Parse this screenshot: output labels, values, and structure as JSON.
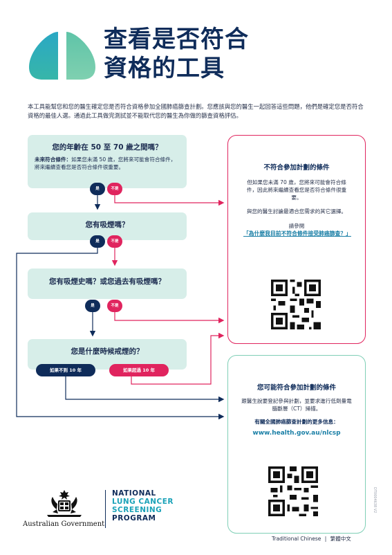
{
  "header": {
    "title_line1": "查看是否符合",
    "title_line2": "資格的工具"
  },
  "intro": "本工具能幫您和您的醫生確定您是否符合資格參加全國肺癌篩查計劃。您應該與您的醫生一起回答這些問題，他們是確定您是否符合資格的最佳人選。通過此工具做完測試並不能取代您的醫生為你做的篩查資格評估。",
  "questions": {
    "q1": {
      "title": "您的年齡在 50 至 70 歲之間嗎？",
      "sub_bold": "未來符合條件：",
      "sub": "如果您未滿 50 歲，您將來可能會符合條件，將來繼續查看您是否符合條件很重要。"
    },
    "q2": {
      "title": "您有吸煙嗎？"
    },
    "q3": {
      "title": "您有吸煙史嗎？或您過去有吸煙嗎？"
    },
    "q4": {
      "title": "您是什麼時候戒煙的？"
    }
  },
  "answers": {
    "yes": "是",
    "no": "不是",
    "quit_under_10": "如果不到 10 年",
    "quit_over_10": "如果超過 10 年"
  },
  "not_eligible": {
    "title": "不符合參加計劃的條件",
    "text1": "但如果您未滿 70 歲，您將來可能會符合條件，因此將來繼續查看您是否符合條件很重要。",
    "text2": "與您的醫生討論最適合您需求的其它選擇。",
    "see": "請參閱",
    "link": "「為什麼我目前不符合條件接受肺癌篩查？」"
  },
  "eligible": {
    "title": "您可能符合參加計劃的條件",
    "text": "跟醫生說要登記參與計劃，並要求進行低劑量電腦斷層（CT）掃描。",
    "more_info": "有關全國肺癌篩查計劃的更多信息：",
    "url": "www.health.gov.au/nlcsp"
  },
  "footer": {
    "government": "Australian Government",
    "program_line1": "NATIONAL",
    "program_line2": "LUNG CANCER",
    "program_line3": "SCREENING",
    "program_line4": "PROGRAM",
    "language": "Traditional Chinese",
    "language_native": "繁體中文",
    "doc_id": "DT0004638 V2"
  },
  "colors": {
    "navy": "#0f2c5a",
    "pink": "#e0245e",
    "teal": "#1aa2b8",
    "mint": "#d7eee9",
    "green_border": "#7fcfb6"
  },
  "icons": [
    "lungs-logo-icon",
    "qr-code-icon",
    "coat-of-arms-icon",
    "arrow-icon"
  ]
}
